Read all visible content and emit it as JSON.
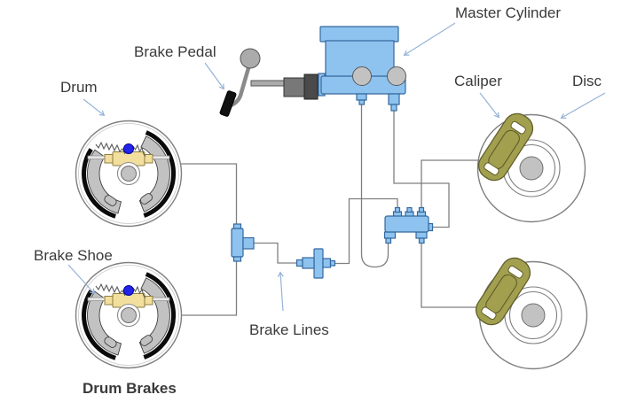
{
  "diagram": {
    "labels": {
      "master_cylinder": "Master Cylinder",
      "brake_pedal": "Brake Pedal",
      "drum": "Drum",
      "caliper": "Caliper",
      "disc": "Disc",
      "brake_shoe": "Brake Shoe",
      "brake_lines": "Brake Lines",
      "drum_brakes_caption": "Drum Brakes"
    },
    "colors": {
      "component_blue": "#8EC3EF",
      "component_blue_stroke": "#34689E",
      "caliper_olive": "#A2A04F",
      "caliper_olive_stroke": "#5F5D2A",
      "metal_gray": "#C2C2C2",
      "line_gray": "#7F7F7F",
      "label_text": "#3A3A3A",
      "arrow_blue": "#95B3D7",
      "wheel_cylinder_tan": "#F2DF9E",
      "piston_blue": "#2424E8",
      "pedal_black": "#111111"
    }
  }
}
